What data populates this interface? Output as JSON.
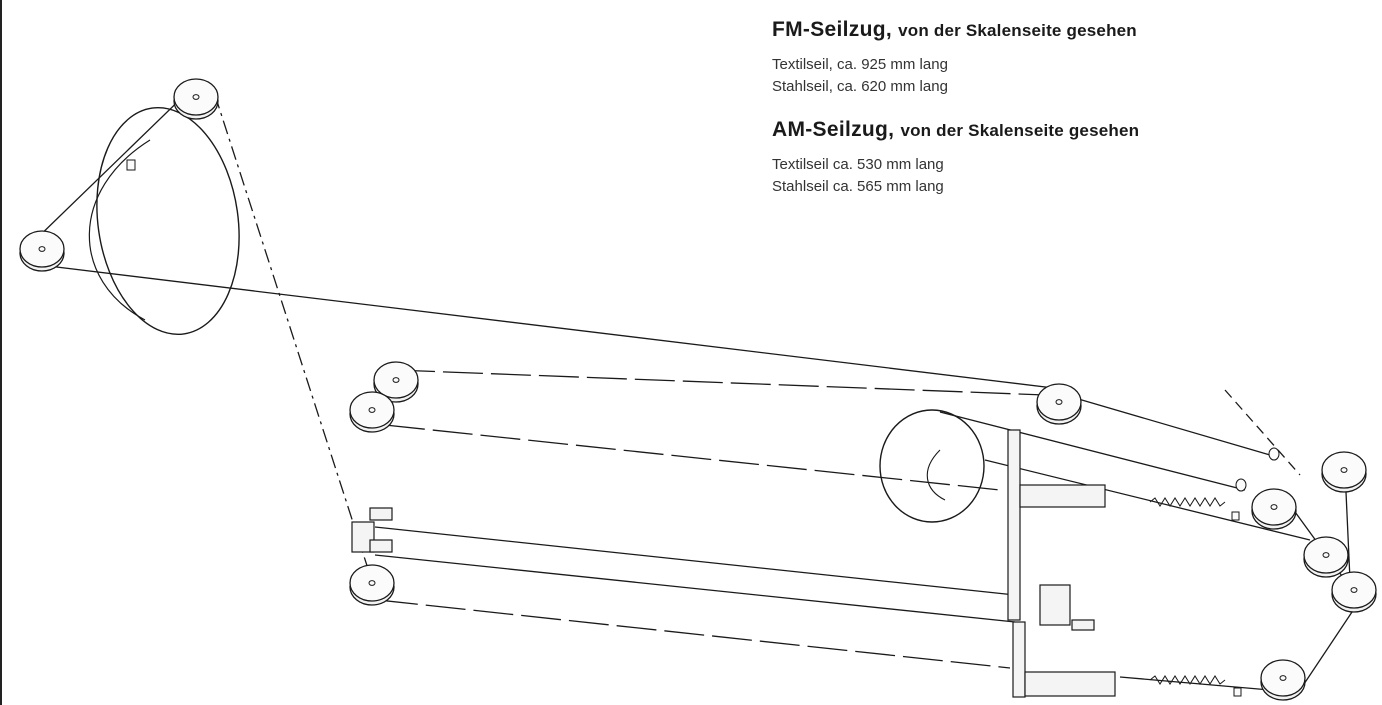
{
  "legend": {
    "fm": {
      "title": "FM-Seilzug,",
      "subtitle": "von der Skalenseite gesehen",
      "lines": [
        "Textilseil, ca. 925 mm lang",
        "Stahlseil, ca. 620 mm lang"
      ]
    },
    "am": {
      "title": "AM-Seilzug,",
      "subtitle": "von der Skalenseite gesehen",
      "lines": [
        "Textilseil ca. 530 mm lang",
        "Stahlseil ca. 565 mm lang"
      ]
    }
  },
  "colors": {
    "line": "#1a1a1a",
    "fill": "#f2f2f2"
  }
}
